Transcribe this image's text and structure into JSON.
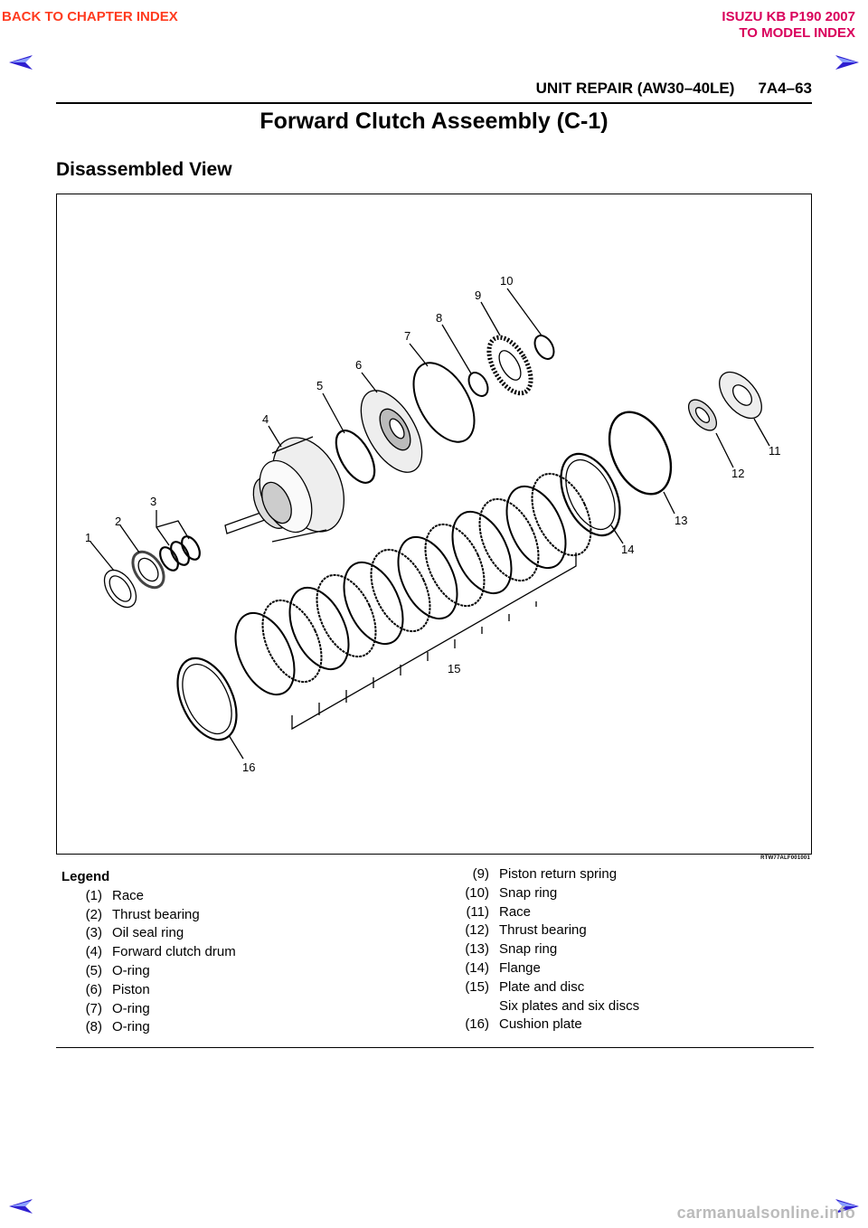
{
  "nav": {
    "back_to_chapter": "BACK TO CHAPTER INDEX",
    "model": "ISUZU KB P190 2007",
    "to_model_index": "TO MODEL INDEX"
  },
  "running_head": {
    "section": "UNIT REPAIR (AW30–40LE)",
    "page": "7A4–63"
  },
  "title": "Forward Clutch Asseembly (C-1)",
  "section_title": "Disassembled View",
  "figure": {
    "code": "RTW77ALF001001",
    "callouts": [
      "1",
      "2",
      "3",
      "4",
      "5",
      "6",
      "7",
      "8",
      "9",
      "10",
      "11",
      "12",
      "13",
      "14",
      "15",
      "16"
    ]
  },
  "legend": {
    "title": "Legend",
    "items": [
      {
        "num": "(1)",
        "text": "Race"
      },
      {
        "num": "(2)",
        "text": "Thrust bearing"
      },
      {
        "num": "(3)",
        "text": "Oil seal ring"
      },
      {
        "num": "(4)",
        "text": "Forward clutch drum"
      },
      {
        "num": "(5)",
        "text": "O-ring"
      },
      {
        "num": "(6)",
        "text": "Piston"
      },
      {
        "num": "(7)",
        "text": "O-ring"
      },
      {
        "num": "(8)",
        "text": "O-ring"
      },
      {
        "num": "(9)",
        "text": "Piston return spring"
      },
      {
        "num": "(10)",
        "text": "Snap ring"
      },
      {
        "num": "(11)",
        "text": "Race"
      },
      {
        "num": "(12)",
        "text": "Thrust bearing"
      },
      {
        "num": "(13)",
        "text": "Snap ring"
      },
      {
        "num": "(14)",
        "text": "Flange"
      },
      {
        "num": "(15)",
        "text": "Plate and disc",
        "sub": "Six plates and six discs"
      },
      {
        "num": "(16)",
        "text": "Cushion plate"
      }
    ]
  },
  "watermark": "carmanualsonline.info",
  "colors": {
    "nav_link": "#ff3b1f",
    "model_text": "#d9005b",
    "arrow": "#2f1fd0"
  },
  "icons": [
    "prev-page-arrow-icon",
    "next-page-arrow-icon"
  ]
}
